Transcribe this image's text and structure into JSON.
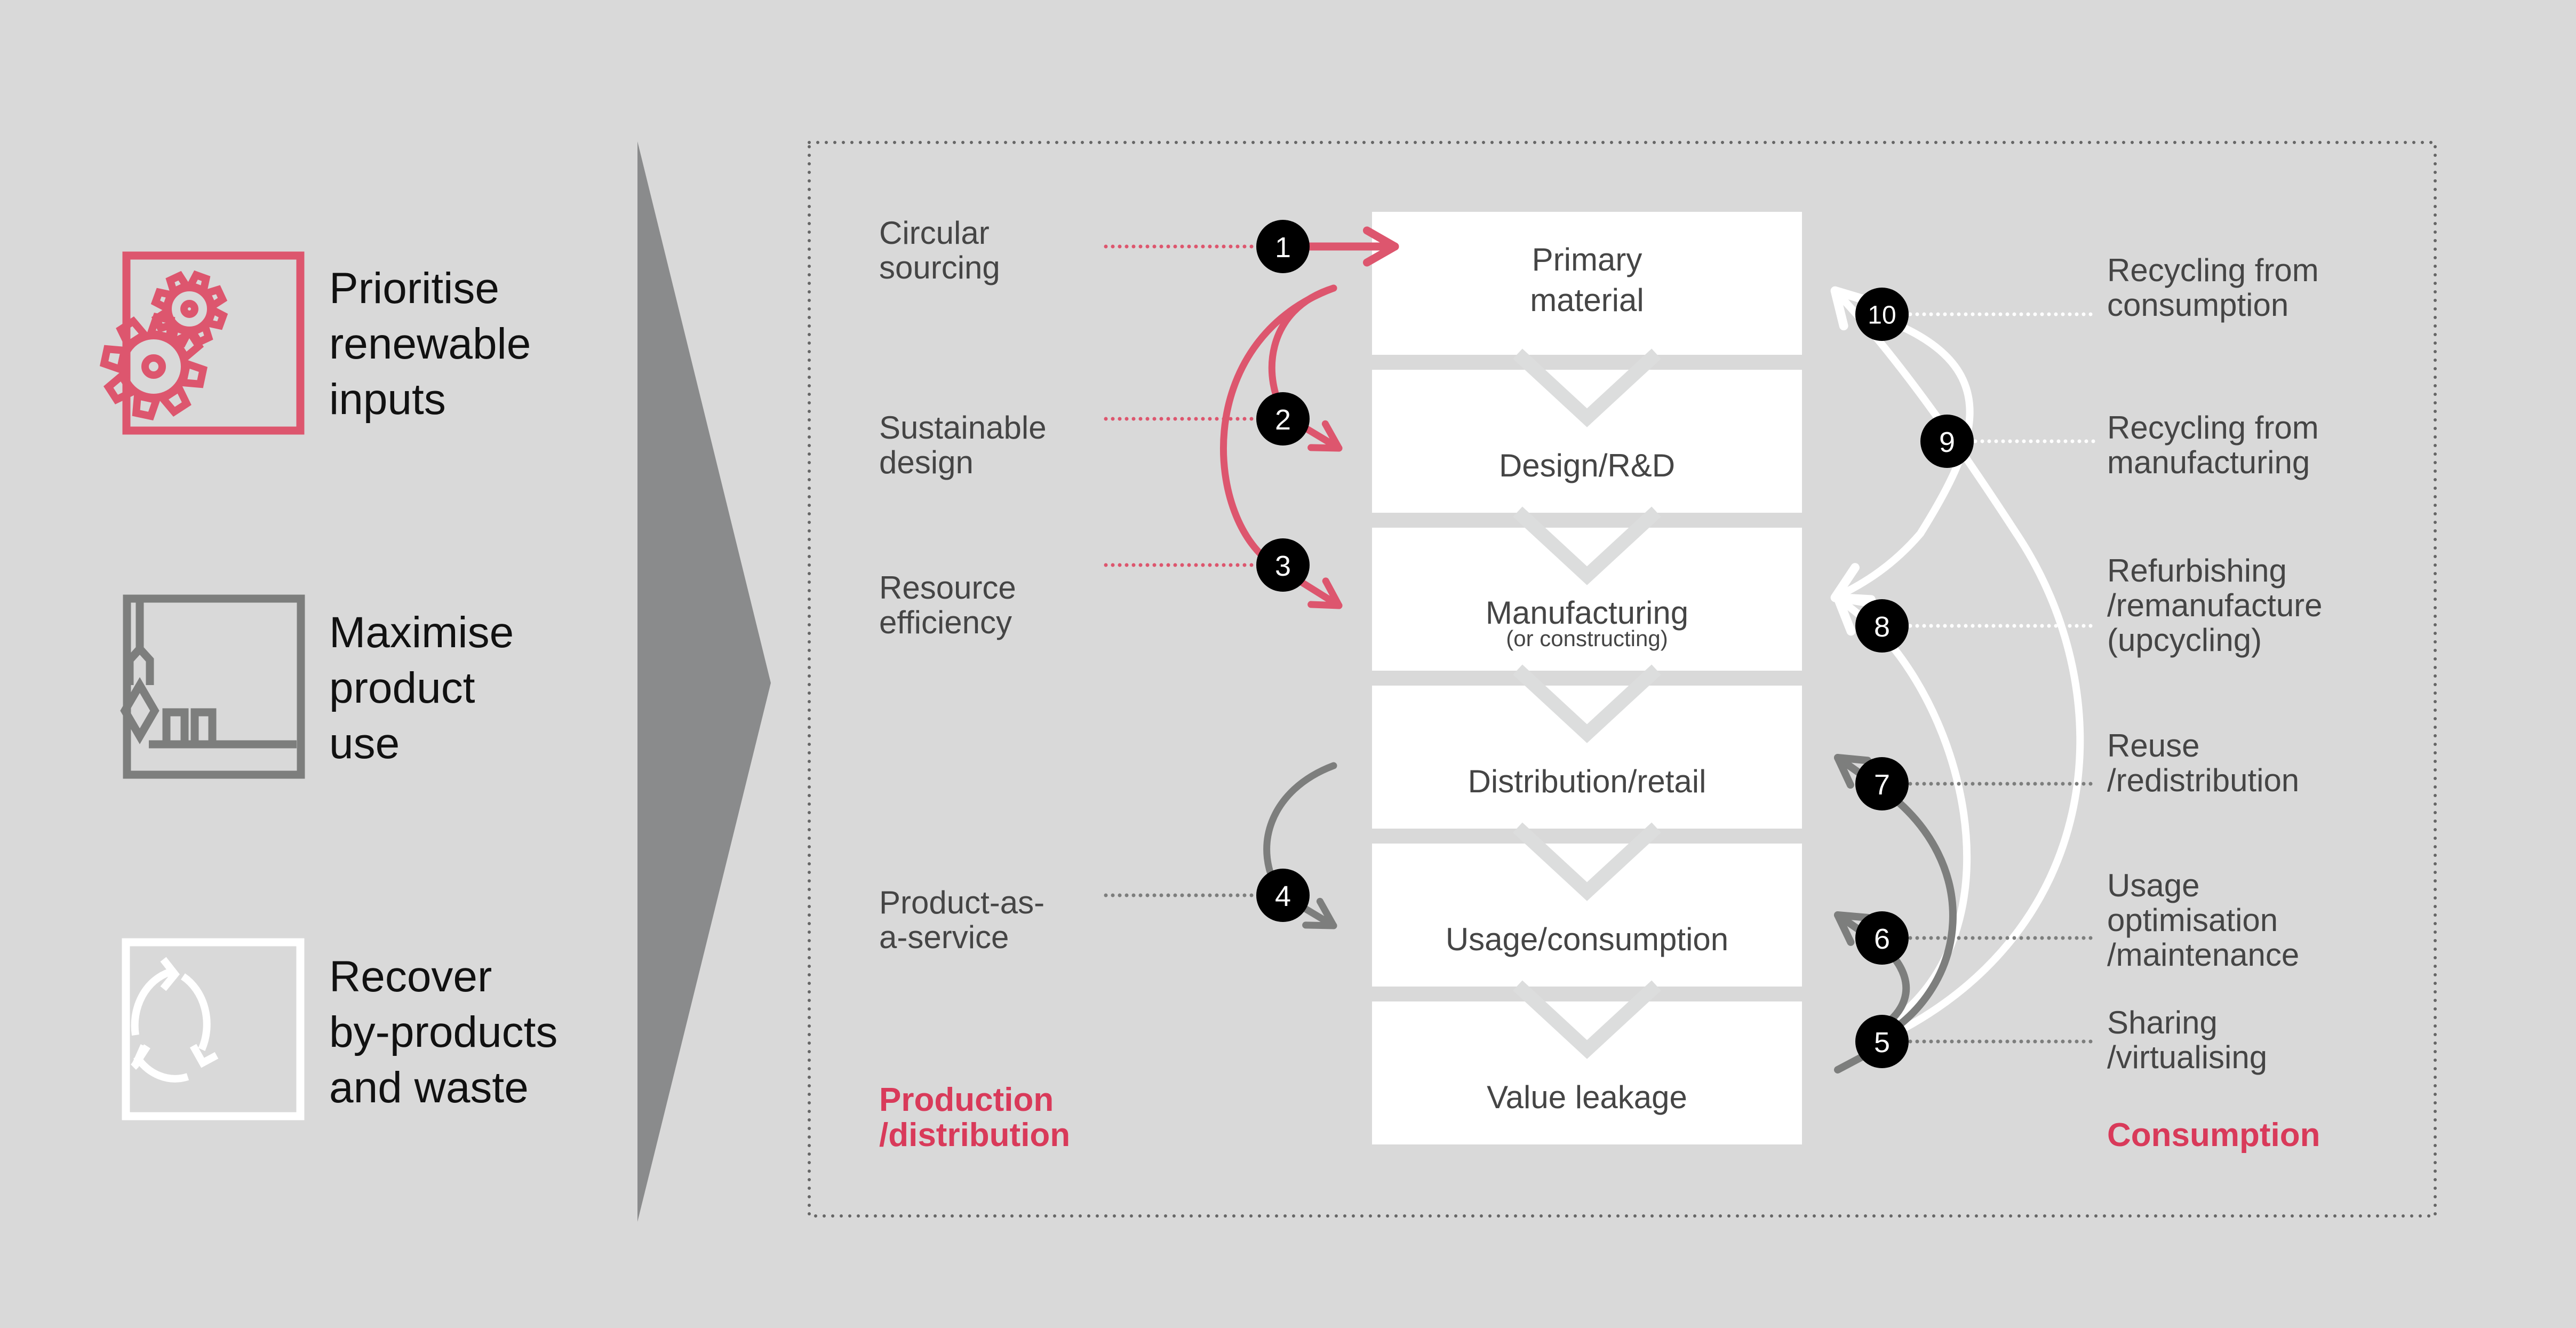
{
  "colors": {
    "background": "#d9d9d9",
    "accent_red": "#dd566e",
    "accent_text_red": "#d93a5a",
    "grey": "#7d7e7d",
    "white": "#ffffff",
    "badge": "#000000",
    "triangle": "#8a8b8c",
    "chevron": "#dcdddd"
  },
  "principles": [
    {
      "icon": "gears-icon",
      "color": "#dd566e",
      "lines": [
        "Prioritise",
        "renewable",
        "inputs"
      ]
    },
    {
      "icon": "robot-arm-icon",
      "color": "#7d7e7d",
      "lines": [
        "Maximise",
        "product",
        "use"
      ]
    },
    {
      "icon": "recycle-icon",
      "color": "#ffffff",
      "lines": [
        "Recover",
        "by-products",
        "and waste"
      ]
    }
  ],
  "stages": [
    {
      "lines": [
        "Primary",
        "material"
      ]
    },
    {
      "lines": [
        "Design/R&D"
      ]
    },
    {
      "lines": [
        "Manufacturing"
      ],
      "sub": "(or constructing)"
    },
    {
      "lines": [
        "Distribution/retail"
      ]
    },
    {
      "lines": [
        "Usage/consumption"
      ]
    },
    {
      "lines": [
        "Value leakage"
      ]
    }
  ],
  "left_labels": [
    {
      "number": "1",
      "lines": [
        "Circular",
        "sourcing"
      ]
    },
    {
      "number": "2",
      "lines": [
        "Sustainable",
        "design"
      ]
    },
    {
      "number": "3",
      "lines": [
        "Resource",
        "efficiency"
      ]
    },
    {
      "number": "4",
      "lines": [
        "Product-as-",
        "a-service"
      ]
    }
  ],
  "right_labels": [
    {
      "number": "10",
      "lines": [
        "Recycling from",
        "consumption"
      ]
    },
    {
      "number": "9",
      "lines": [
        "Recycling from",
        "manufacturing"
      ]
    },
    {
      "number": "8",
      "lines": [
        "Refurbishing",
        "/remanufacture",
        "(upcycling)"
      ]
    },
    {
      "number": "7",
      "lines": [
        "Reuse",
        "/redistribution"
      ]
    },
    {
      "number": "6",
      "lines": [
        "Usage",
        "optimisation",
        "/maintenance"
      ]
    },
    {
      "number": "5",
      "lines": [
        "Sharing",
        "/virtualising"
      ]
    }
  ],
  "section_labels": {
    "production": [
      "Production",
      "/distribution"
    ],
    "consumption": "Consumption"
  }
}
